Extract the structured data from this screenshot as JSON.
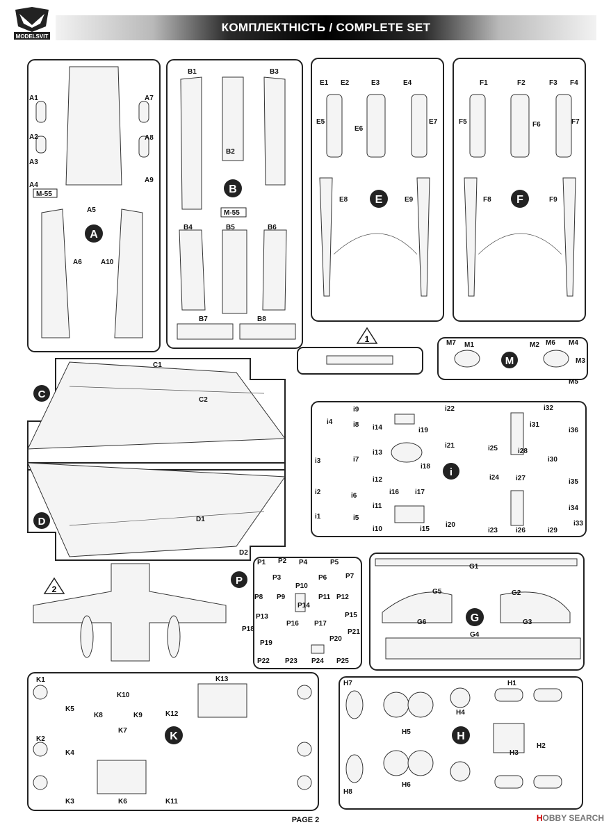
{
  "header": {
    "brand": "MODELSVIT",
    "title": "КОМПЛЕКТНІСТЬ / COMPLETE SET"
  },
  "sprues": {
    "A": {
      "letter": "A",
      "parts": [
        "A1",
        "A2",
        "A3",
        "A4",
        "A5",
        "A6",
        "A7",
        "A8",
        "A9",
        "A10"
      ],
      "tag": "M-55"
    },
    "B": {
      "letter": "B",
      "parts": [
        "B1",
        "B2",
        "B3",
        "B4",
        "B5",
        "B6",
        "B7",
        "B8"
      ],
      "tag": "M-55"
    },
    "E": {
      "letter": "E",
      "parts": [
        "E1",
        "E2",
        "E3",
        "E4",
        "E5",
        "E6",
        "E7",
        "E8",
        "E9"
      ]
    },
    "F": {
      "letter": "F",
      "parts": [
        "F1",
        "F2",
        "F3",
        "F4",
        "F5",
        "F6",
        "F7",
        "F8",
        "F9"
      ]
    },
    "C": {
      "letter": "C",
      "parts": [
        "C1",
        "C2"
      ]
    },
    "D": {
      "letter": "D",
      "parts": [
        "D1",
        "D2"
      ]
    },
    "M": {
      "letter": "M",
      "parts": [
        "M1",
        "M2",
        "M3",
        "M4",
        "M5",
        "M6",
        "M7"
      ]
    },
    "i": {
      "letter": "i",
      "parts": [
        "i1",
        "i2",
        "i3",
        "i4",
        "i5",
        "i6",
        "i7",
        "i8",
        "i9",
        "i10",
        "i11",
        "i12",
        "i13",
        "i14",
        "i15",
        "i16",
        "i17",
        "i18",
        "i19",
        "i20",
        "i21",
        "i22",
        "i23",
        "i24",
        "i25",
        "i26",
        "i27",
        "i28",
        "i29",
        "i30",
        "i31",
        "i32",
        "i33",
        "i34",
        "i35",
        "i36"
      ]
    },
    "P": {
      "letter": "P",
      "parts": [
        "P1",
        "P2",
        "P3",
        "P4",
        "P5",
        "P6",
        "P7",
        "P8",
        "P9",
        "P10",
        "P11",
        "P12",
        "P13",
        "P14",
        "P15",
        "P16",
        "P17",
        "P18",
        "P19",
        "P20",
        "P21",
        "P22",
        "P23",
        "P24",
        "P25"
      ]
    },
    "G": {
      "letter": "G",
      "parts": [
        "G1",
        "G2",
        "G3",
        "G4",
        "G5",
        "G6"
      ]
    },
    "K": {
      "letter": "K",
      "parts": [
        "K1",
        "K2",
        "K3",
        "K4",
        "K5",
        "K6",
        "K7",
        "K8",
        "K9",
        "K10",
        "K11",
        "K12",
        "K13"
      ]
    },
    "H": {
      "letter": "H",
      "parts": [
        "H1",
        "H2",
        "H3",
        "H4",
        "H5",
        "H6",
        "H7",
        "H8"
      ]
    }
  },
  "markers": {
    "one": "1",
    "two": "2"
  },
  "footer": {
    "page": "PAGE 2"
  },
  "watermark": {
    "lead": "H",
    "rest": "OBBY SEARCH"
  }
}
